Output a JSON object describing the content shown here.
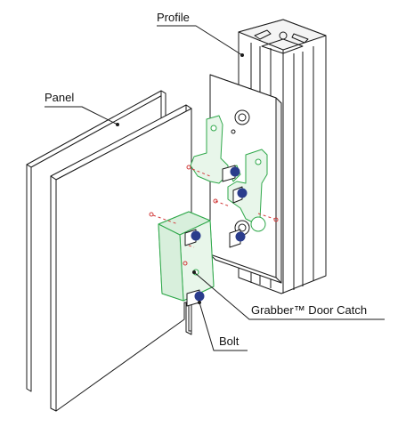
{
  "labels": {
    "profile": "Profile",
    "panel": "Panel",
    "door_catch": "Grabber™ Door Catch",
    "bolt": "Bolt"
  },
  "colors": {
    "outline": "#1a1a1a",
    "part_fill": "#ffffff",
    "catch_green": "#2fa84a",
    "catch_fill": "#e8f6ea",
    "bolt_blue": "#2a3c8c",
    "dash_red": "#d23a3a"
  }
}
